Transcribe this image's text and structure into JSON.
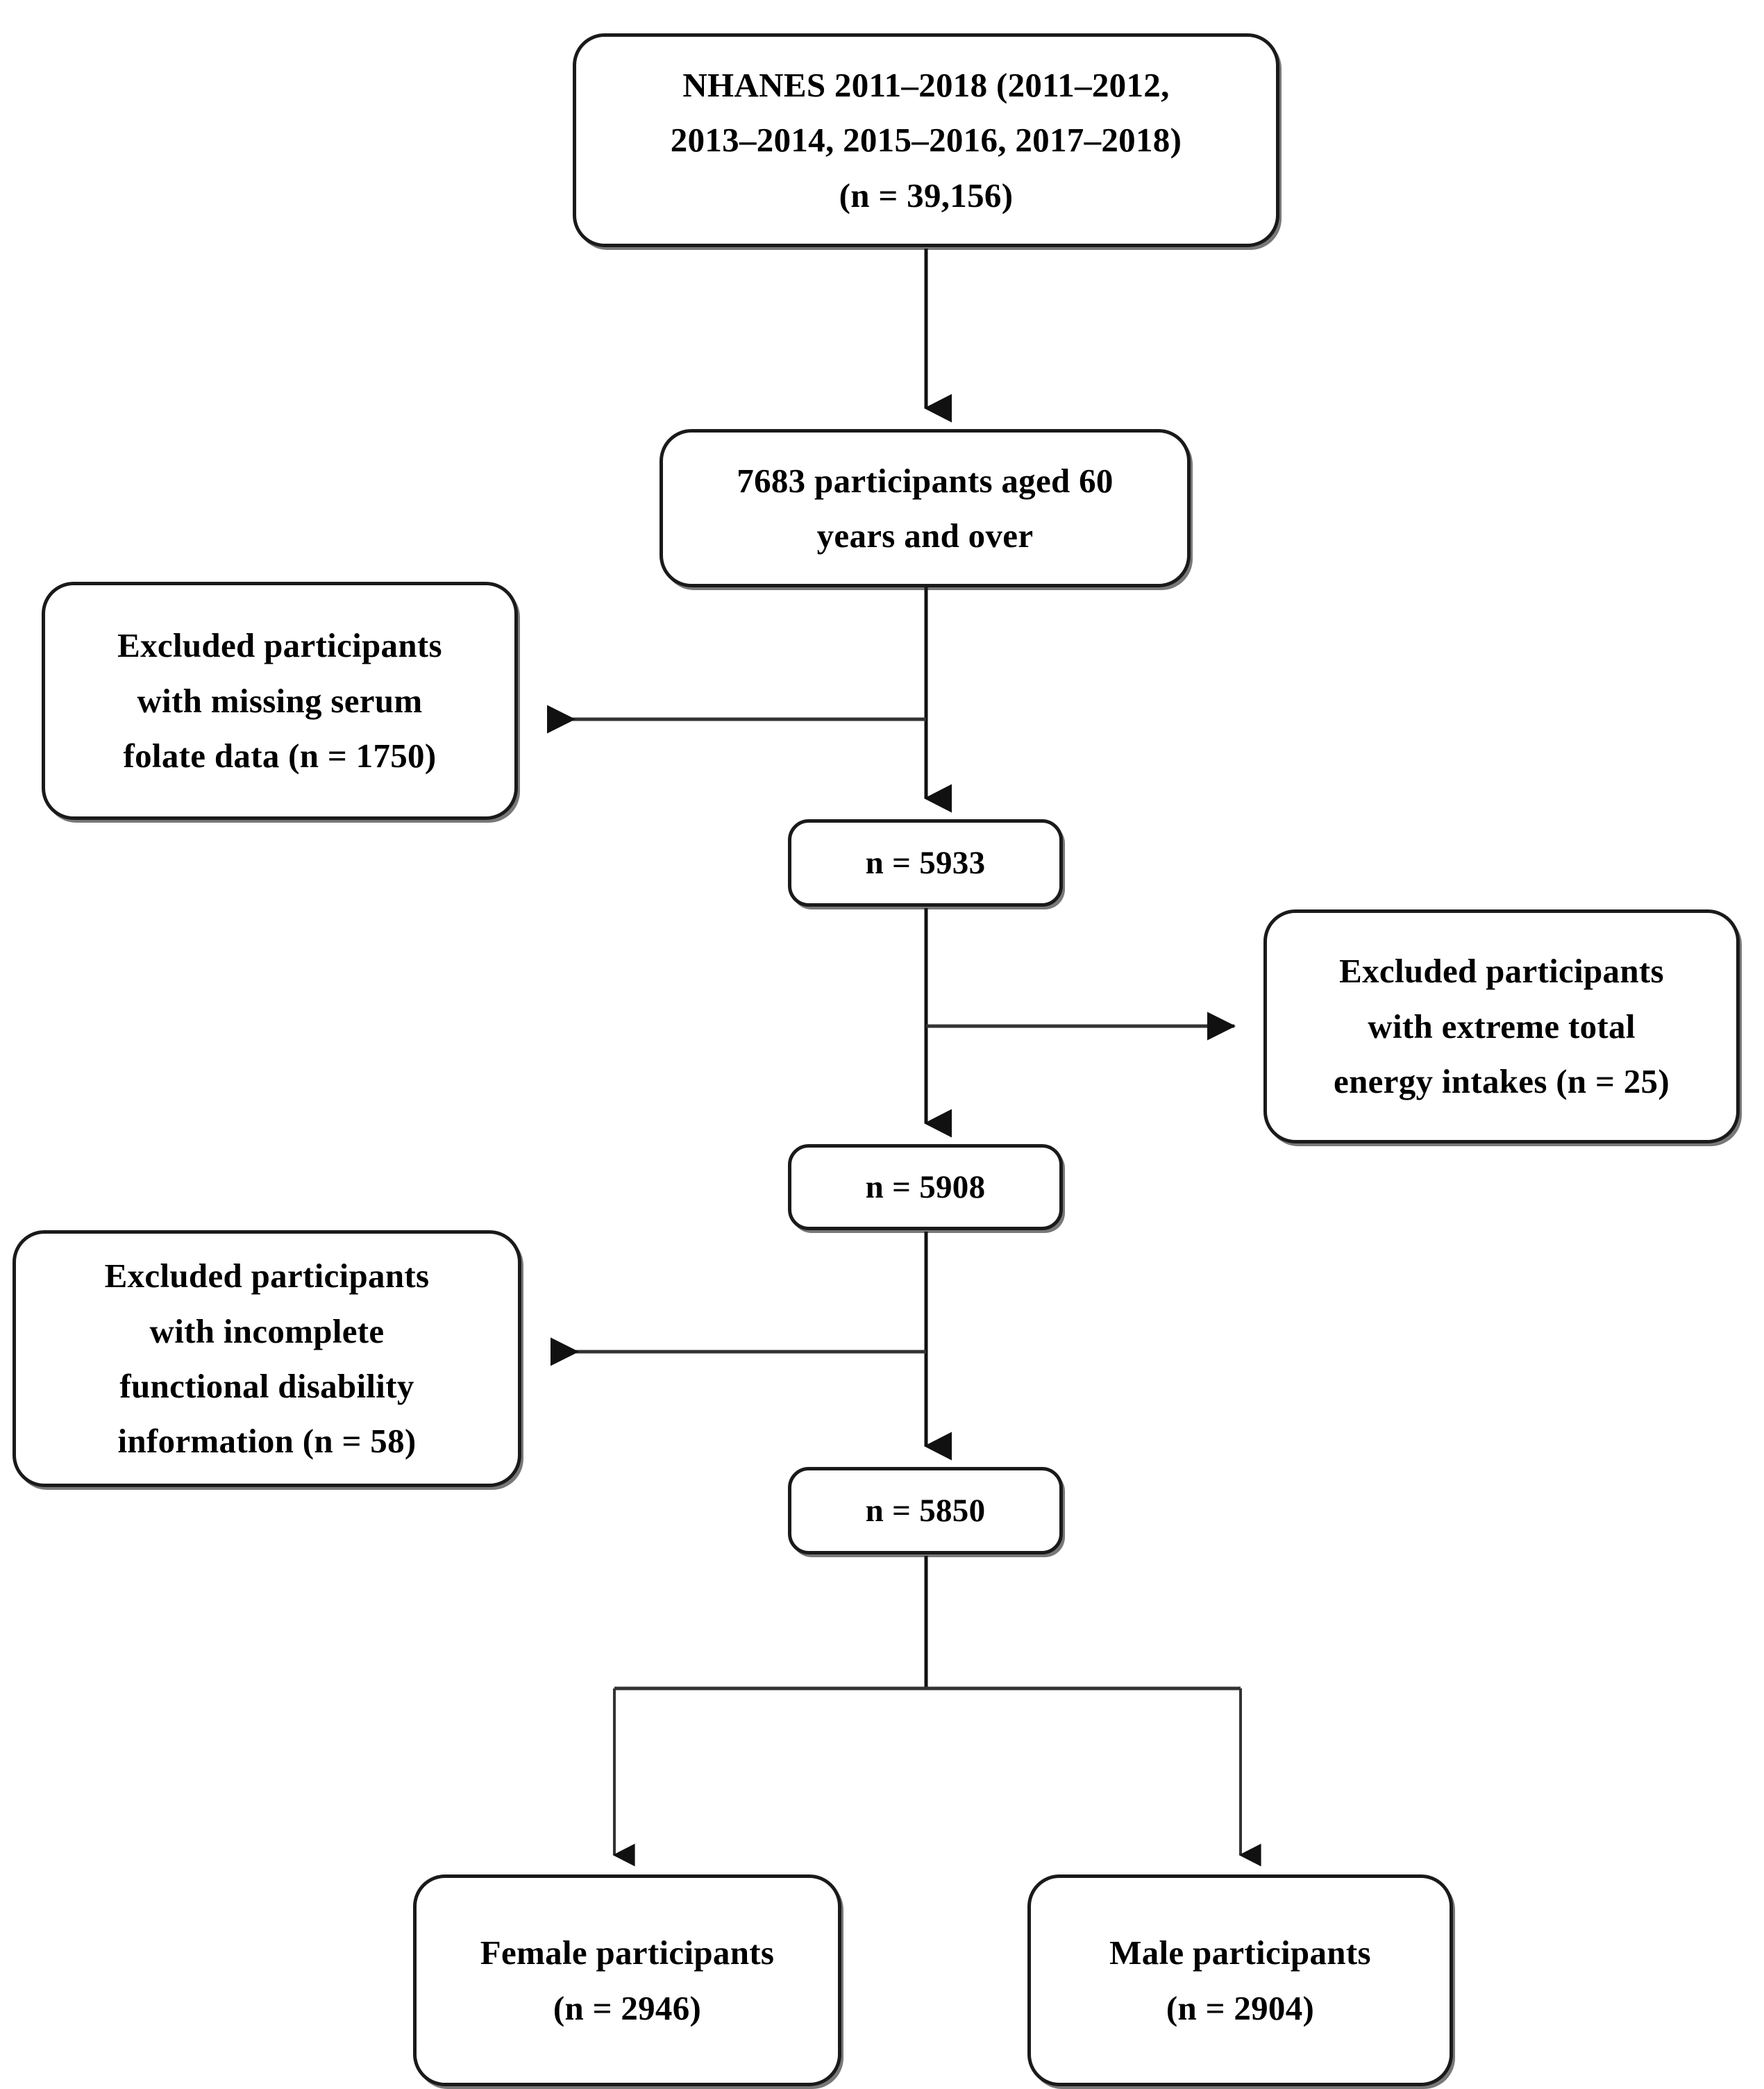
{
  "diagram": {
    "type": "flowchart",
    "title": "NHANES participant selection flow diagram",
    "colors": {
      "box_border": "#1a1a1a",
      "box_fill": "#ffffff",
      "connector": "#1a1a1a",
      "text": "#000000"
    },
    "nodes": [
      {
        "id": "source",
        "name": "source-cohort-box",
        "text": "NHANES 2011–2018 (2011–2012,\n2013–2014, 2015–2016, 2017–2018)\n(n = 39,156)",
        "n": 39156
      },
      {
        "id": "aged60",
        "name": "aged-60-and-over-box",
        "text": "7683 participants aged 60\nyears and over",
        "n": 7683
      },
      {
        "id": "excl_folate",
        "name": "excluded-missing-serum-folate-box",
        "text": "Excluded participants\nwith missing serum\nfolate data (n = 1750)",
        "n": 1750
      },
      {
        "id": "n5933",
        "name": "remaining-5933-box",
        "text": "n = 5933",
        "n": 5933
      },
      {
        "id": "excl_energy",
        "name": "excluded-extreme-energy-intake-box",
        "text": "Excluded participants\nwith extreme total\nenergy intakes (n = 25)",
        "n": 25
      },
      {
        "id": "n5908",
        "name": "remaining-5908-box",
        "text": "n = 5908",
        "n": 5908
      },
      {
        "id": "excl_disability",
        "name": "excluded-incomplete-functional-disability-box",
        "text": "Excluded participants\nwith incomplete\nfunctional disability\ninformation (n = 58)",
        "n": 58
      },
      {
        "id": "n5850",
        "name": "final-analytic-sample-5850-box",
        "text": "n = 5850",
        "n": 5850
      },
      {
        "id": "female",
        "name": "female-participants-box",
        "text": "Female participants\n(n = 2946)",
        "n": 2946
      },
      {
        "id": "male",
        "name": "male-participants-box",
        "text": "Male participants\n(n = 2904)",
        "n": 2904
      }
    ],
    "edges": [
      {
        "from": "source",
        "to": "aged60",
        "direction": "down",
        "arrow": true
      },
      {
        "from": "aged60",
        "to": "excl_folate",
        "direction": "left",
        "arrow": true
      },
      {
        "from": "aged60",
        "to": "n5933",
        "direction": "down",
        "arrow": true
      },
      {
        "from": "n5933",
        "to": "excl_energy",
        "direction": "right",
        "arrow": true
      },
      {
        "from": "n5933",
        "to": "n5908",
        "direction": "down",
        "arrow": true
      },
      {
        "from": "n5908",
        "to": "excl_disability",
        "direction": "left",
        "arrow": true
      },
      {
        "from": "n5908",
        "to": "n5850",
        "direction": "down",
        "arrow": true
      },
      {
        "from": "n5850",
        "to": "female",
        "direction": "down-left",
        "arrow": true
      },
      {
        "from": "n5850",
        "to": "male",
        "direction": "down-right",
        "arrow": true
      }
    ]
  }
}
